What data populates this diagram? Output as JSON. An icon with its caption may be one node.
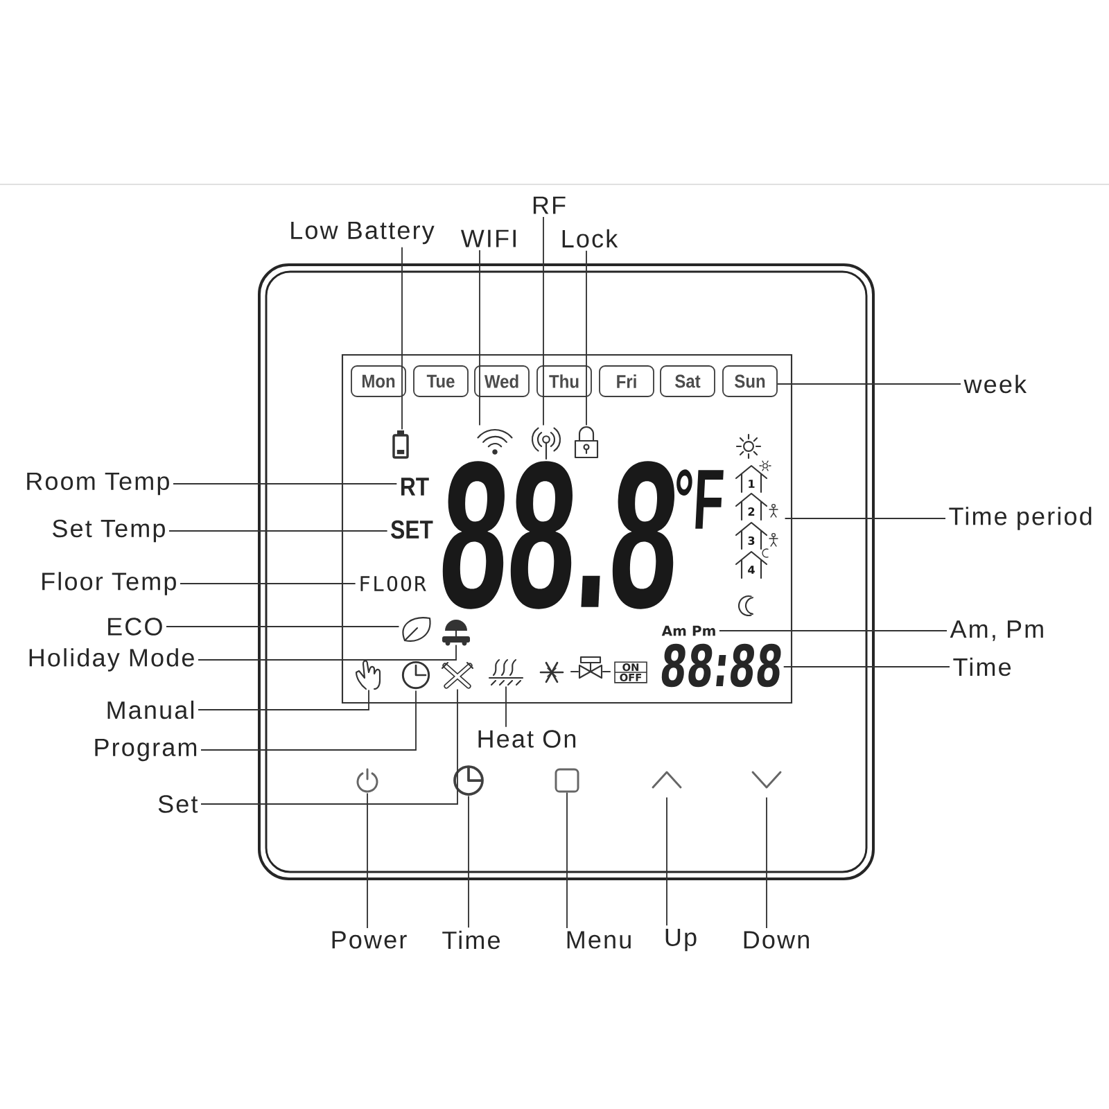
{
  "diagram": {
    "nodes": [
      {
        "text": [
          "RF"
        ]
      },
      {
        "text": [
          "Low Battery"
        ]
      },
      {
        "text": [
          "WIFI"
        ]
      },
      {
        "text": [
          "Lock"
        ]
      },
      {
        "text": [
          "Mon"
        ]
      },
      {
        "text": [
          "Tue"
        ]
      },
      {
        "text": [
          "Wed"
        ]
      },
      {
        "text": [
          "Thu"
        ]
      },
      {
        "text": [
          "Fri"
        ]
      },
      {
        "text": [
          "Sat"
        ]
      },
      {
        "text": [
          "Sun"
        ]
      },
      {
        "text": [
          "week"
        ]
      },
      {
        "text": [],
        "shape": "picture"
      },
      {
        "text": [],
        "shape": "picture"
      },
      {
        "text": [],
        "shape": "picture"
      },
      {
        "text": [],
        "shape": "picture"
      },
      {
        "text": [],
        "shape": "picture"
      },
      {
        "text": [
          "Room Temp"
        ]
      },
      {
        "text": [
          "RT"
        ]
      },
      {
        "text": [
          "Set Temp"
        ]
      },
      {
        "text": [
          "SET"
        ]
      },
      {
        "text": [
          "Time period"
        ]
      },
      {
        "text": [
          "Floor Temp"
        ]
      },
      {
        "text": [
          "FLOOR"
        ]
      },
      {
        "text": [
          "ECO"
        ]
      },
      {
        "text": [],
        "shape": "picture"
      },
      {
        "text": [
          "Am Pm"
        ]
      },
      {
        "text": [
          "Am, Pm"
        ]
      },
      {
        "text": [
          "Holiday Mode"
        ]
      },
      {
        "text": [],
        "shape": "picture"
      },
      {
        "text": [
          "88:88"
        ]
      },
      {
        "text": [
          "Time"
        ]
      },
      {
        "text": [],
        "shape": "picture"
      },
      {
        "text": [],
        "shape": "picture"
      },
      {
        "text": [],
        "shape": "picture"
      },
      {
        "text": [],
        "shape": "picture"
      },
      {
        "text": [
          "ON",
          "OFF"
        ]
      },
      {
        "text": [
          "Manual"
        ]
      },
      {
        "text": [
          "Heat On"
        ]
      },
      {
        "text": [
          "Program"
        ]
      },
      {
        "text": [],
        "shape": "picture"
      },
      {
        "text": [],
        "shape": "picture"
      },
      {
        "text": [],
        "shape": "box"
      },
      {
        "text": [],
        "shape": "picture"
      },
      {
        "text": [],
        "shape": "picture"
      },
      {
        "text": [
          "Set"
        ]
      },
      {
        "text": [
          "Power"
        ]
      },
      {
        "text": [
          "Time"
        ]
      },
      {
        "text": [
          "Menu"
        ]
      },
      {
        "text": [
          "Up"
        ]
      },
      {
        "text": [
          "Down"
        ]
      }
    ],
    "edges": [
      {
        "from": 1,
        "to": 12,
        "arrow": "none"
      },
      {
        "from": 2,
        "to": 13,
        "arrow": "none"
      },
      {
        "from": 0,
        "to": 14,
        "arrow": "none"
      },
      {
        "from": 3,
        "to": 15,
        "arrow": "none"
      },
      {
        "from": 11,
        "to": 10,
        "arrow": "none"
      },
      {
        "from": 17,
        "to": 18,
        "arrow": "none"
      },
      {
        "from": 19,
        "to": 20,
        "arrow": "none"
      },
      {
        "from": 21,
        "to": 16,
        "arrow": "none"
      },
      {
        "from": 22,
        "to": 23,
        "arrow": "none"
      },
      {
        "from": 24,
        "to": 25,
        "arrow": "none"
      },
      {
        "from": 27,
        "to": 26,
        "arrow": "none"
      },
      {
        "from": 28,
        "to": 29,
        "arrow": "none"
      },
      {
        "from": 31,
        "to": 30,
        "arrow": "none"
      },
      {
        "from": 37,
        "to": 32,
        "arrow": "none"
      },
      {
        "from": 39,
        "to": 33,
        "arrow": "none"
      },
      {
        "from": 45,
        "to": 34,
        "arrow": "none"
      },
      {
        "from": 38,
        "to": 35,
        "arrow": "none"
      },
      {
        "from": 46,
        "to": 40,
        "arrow": "none"
      },
      {
        "from": 47,
        "to": 41,
        "arrow": "none"
      },
      {
        "from": 48,
        "to": 42,
        "arrow": "none"
      },
      {
        "from": 49,
        "to": 43,
        "arrow": "none"
      },
      {
        "from": 50,
        "to": 44,
        "arrow": "none"
      }
    ],
    "labels": [
      "88.8",
      "°F",
      "1",
      "2",
      "3",
      "4"
    ]
  }
}
